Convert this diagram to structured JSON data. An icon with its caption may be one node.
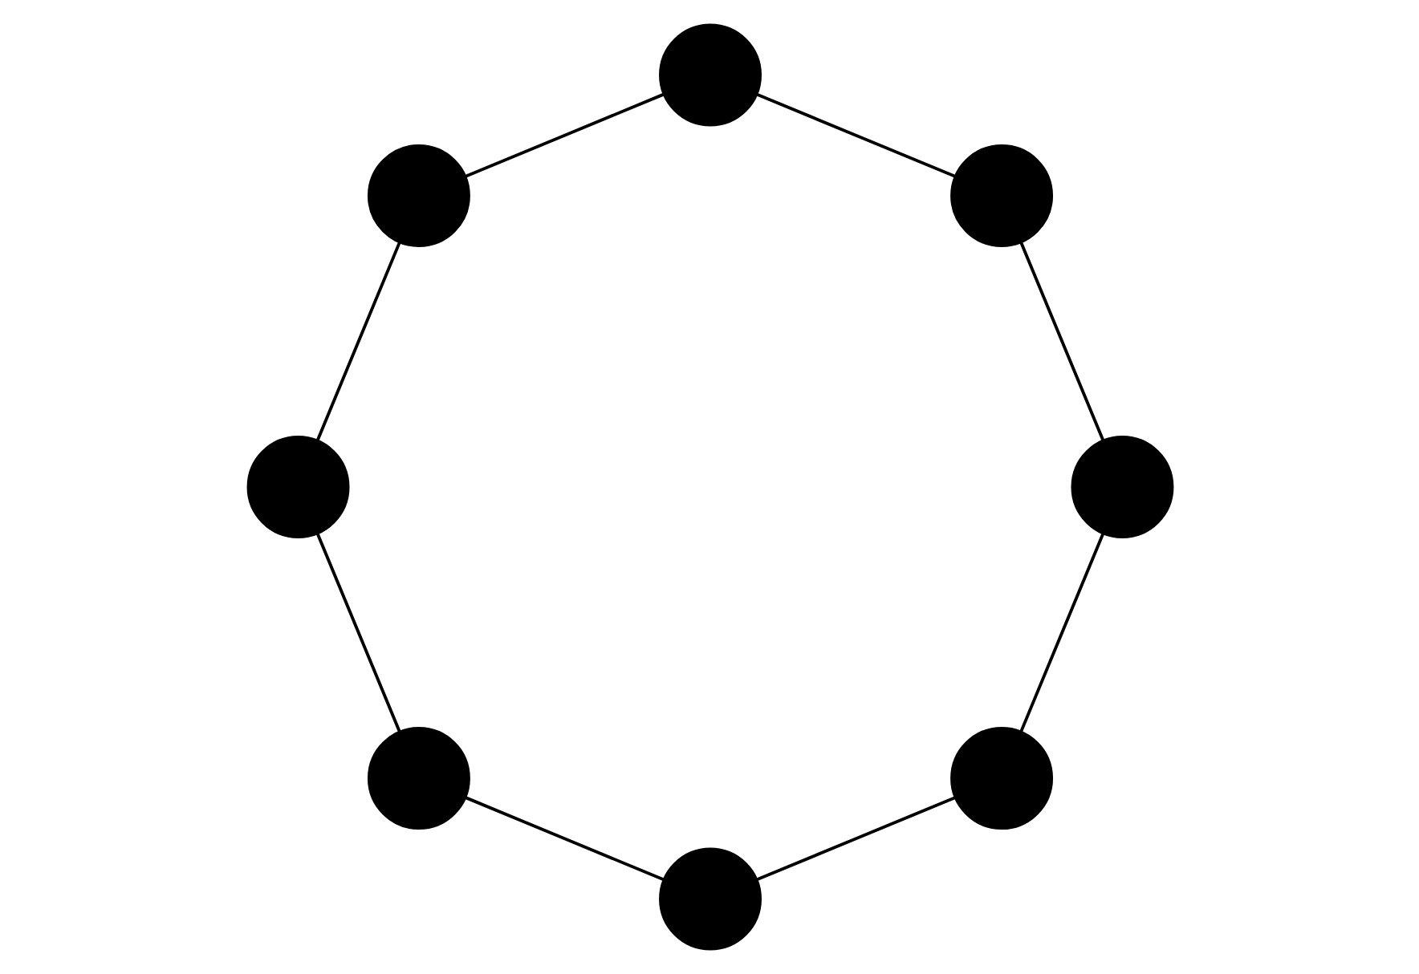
{
  "diagram": {
    "nodes": [
      {
        "text": [],
        "shape": "circle"
      },
      {
        "text": [],
        "shape": "circle"
      },
      {
        "text": [],
        "shape": "circle"
      },
      {
        "text": [],
        "shape": "circle"
      },
      {
        "text": [],
        "shape": "circle"
      },
      {
        "text": [],
        "shape": "circle"
      },
      {
        "text": [],
        "shape": "circle"
      },
      {
        "text": [],
        "shape": "circle"
      }
    ],
    "edges": [
      {
        "from": 0,
        "to": 1,
        "arrow": "none"
      },
      {
        "from": 1,
        "to": 3,
        "arrow": "none"
      },
      {
        "from": 3,
        "to": 5,
        "arrow": "none"
      },
      {
        "from": 5,
        "to": 7,
        "arrow": "none"
      },
      {
        "from": 7,
        "to": 6,
        "arrow": "none"
      },
      {
        "from": 6,
        "to": 4,
        "arrow": "none"
      },
      {
        "from": 4,
        "to": 2,
        "arrow": "none"
      },
      {
        "from": 2,
        "to": 0,
        "arrow": "none"
      }
    ]
  }
}
